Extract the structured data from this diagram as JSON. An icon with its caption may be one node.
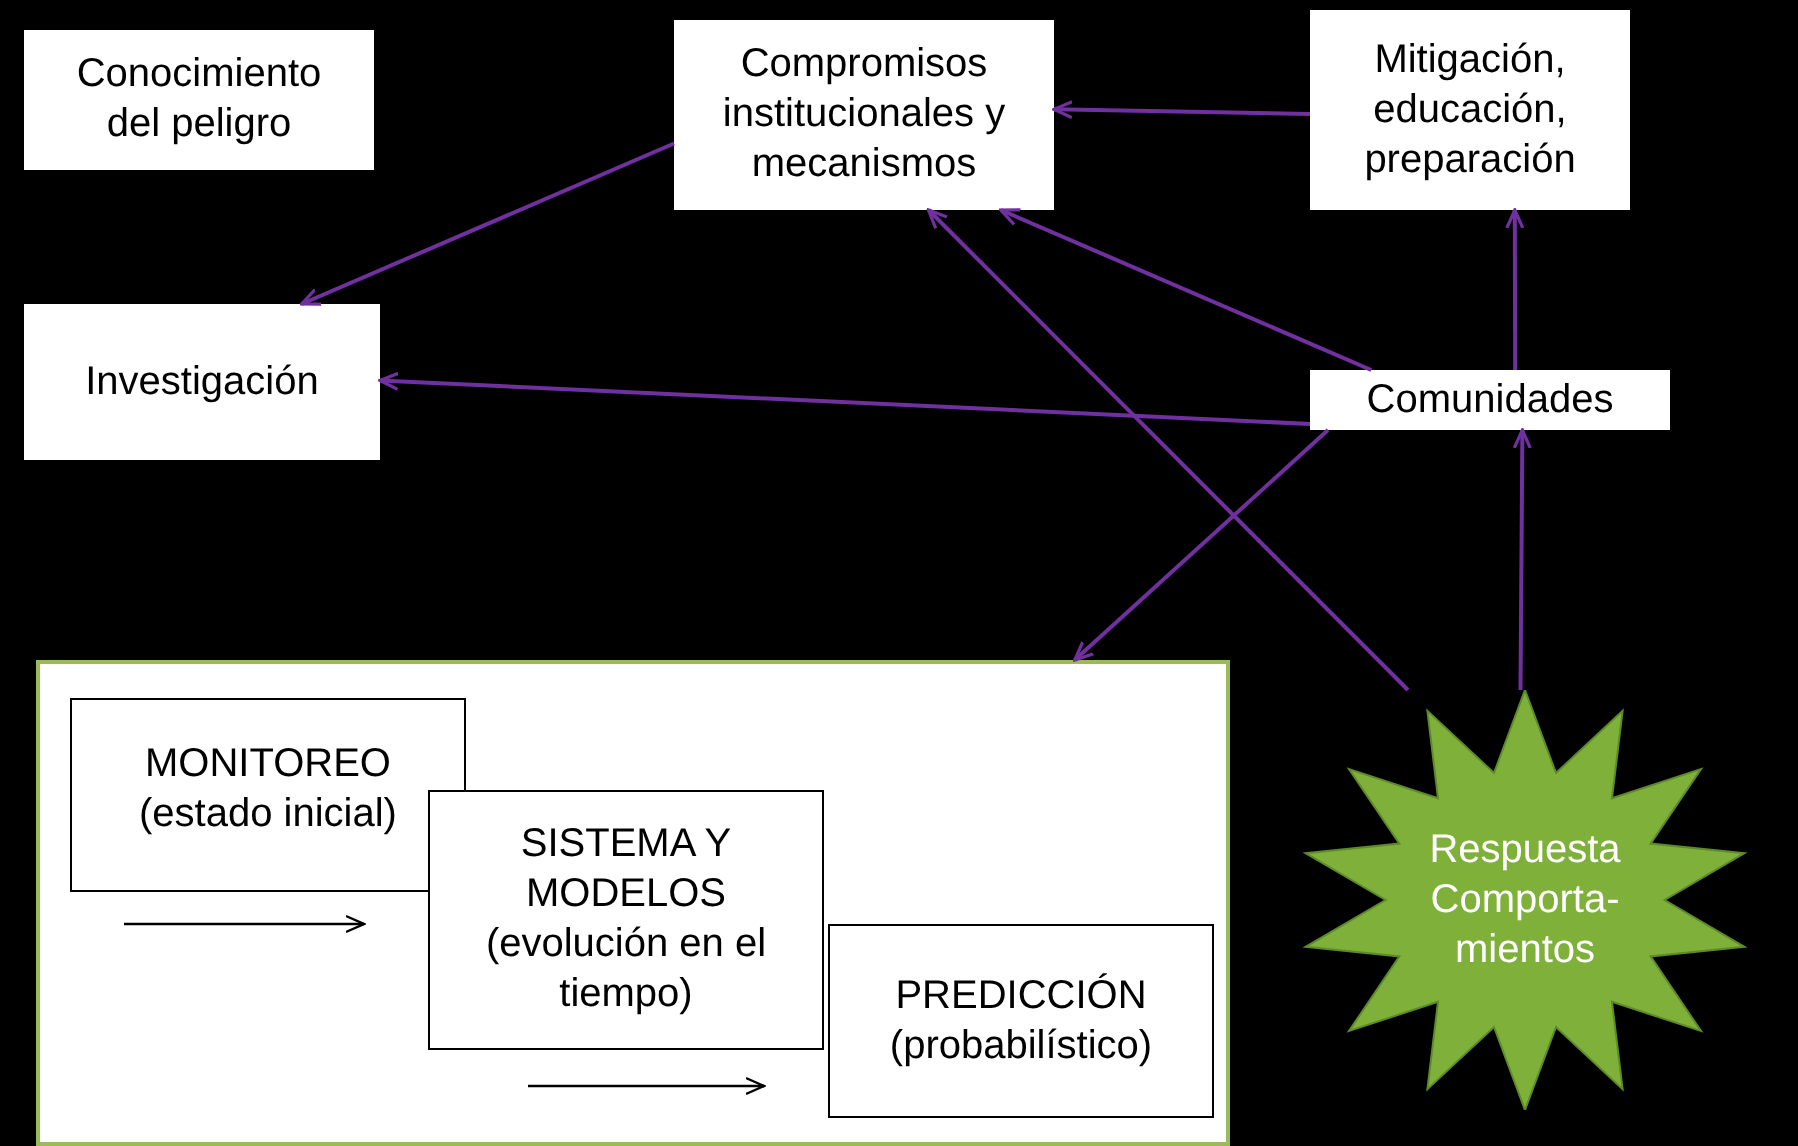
{
  "diagram": {
    "nodes": [
      {
        "text": [
          "Conocimiento del peligro"
        ]
      },
      {
        "text": [
          "Compromisos institucionales y mecanismos"
        ]
      },
      {
        "text": [
          "Mitigación, educación, preparación"
        ]
      },
      {
        "text": [
          "Investigación"
        ]
      },
      {
        "text": [
          "Comunidades"
        ]
      },
      {
        "text": [],
        "shape": "box"
      },
      {
        "text": [
          "MONITOREO",
          "(estado inicial)"
        ],
        "in": 5
      },
      {
        "text": [
          "SISTEMA Y MODELOS",
          "(evolución en el tiempo)"
        ],
        "in": 5
      },
      {
        "text": [
          "PREDICCIÓN",
          "(probabilístico)"
        ],
        "in": 5
      },
      {
        "text": [
          "Respuesta Comporta- mientos"
        ]
      }
    ],
    "edges": [
      {
        "from": 1,
        "to": 3,
        "arrow": "to"
      },
      {
        "from": 2,
        "to": 1,
        "arrow": "to"
      },
      {
        "from": 4,
        "to": 1,
        "arrow": "to"
      },
      {
        "from": 4,
        "to": 3,
        "arrow": "to"
      },
      {
        "from": 4,
        "to": 5,
        "arrow": "to"
      },
      {
        "from": 4,
        "to": 2,
        "arrow": "to"
      },
      {
        "from": 9,
        "to": 1,
        "arrow": "to"
      },
      {
        "from": 9,
        "to": 4,
        "arrow": "to"
      }
    ]
  }
}
